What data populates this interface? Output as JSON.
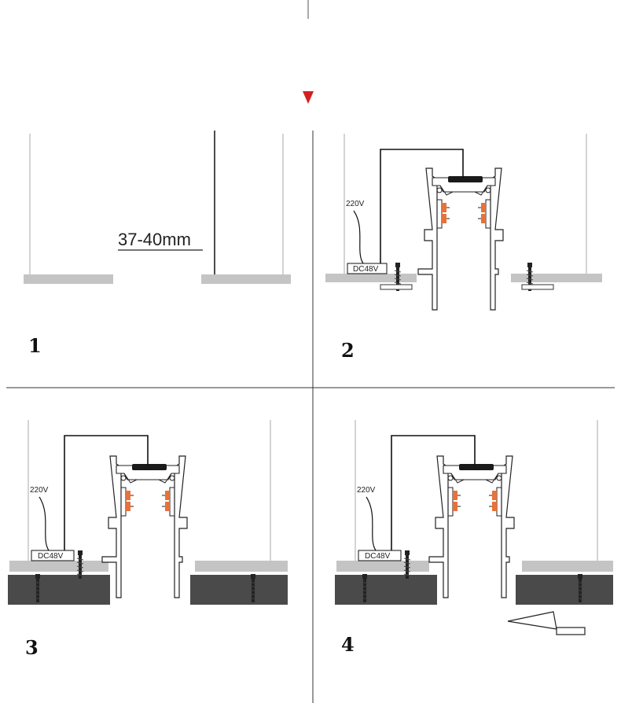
{
  "panels": [
    {
      "step": "1",
      "measurement": "37-40mm"
    },
    {
      "step": "2",
      "voltage_in": "220V",
      "voltage_out": "DC48V"
    },
    {
      "step": "3",
      "voltage_in": "220V",
      "voltage_out": "DC48V"
    },
    {
      "step": "4",
      "voltage_in": "220V",
      "voltage_out": "DC48V"
    }
  ],
  "colors": {
    "accent_arrow": "#d42020",
    "ceiling_board": "#c4c4c4",
    "dark_board": "#4a4a4a",
    "connector": "#e8723a",
    "line": "#222222"
  }
}
